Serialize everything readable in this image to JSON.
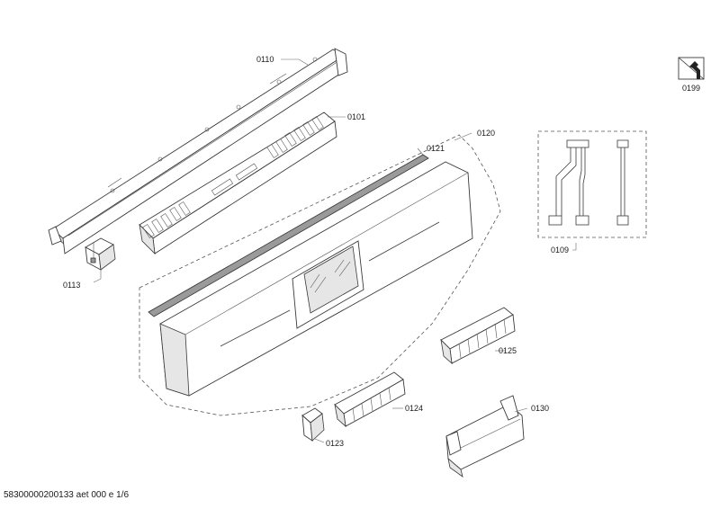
{
  "labels": {
    "p0110": "0110",
    "p0101": "0101",
    "p0113": "0113",
    "p0120": "0120",
    "p0121": "0121",
    "p0109": "0109",
    "p0199": "0199",
    "p0125": "0125",
    "p0124": "0124",
    "p0123": "0123",
    "p0130": "0130"
  },
  "footer": "58300000200133 aet 000 e 1/6",
  "icons": {
    "service": "wrench-service-icon"
  }
}
